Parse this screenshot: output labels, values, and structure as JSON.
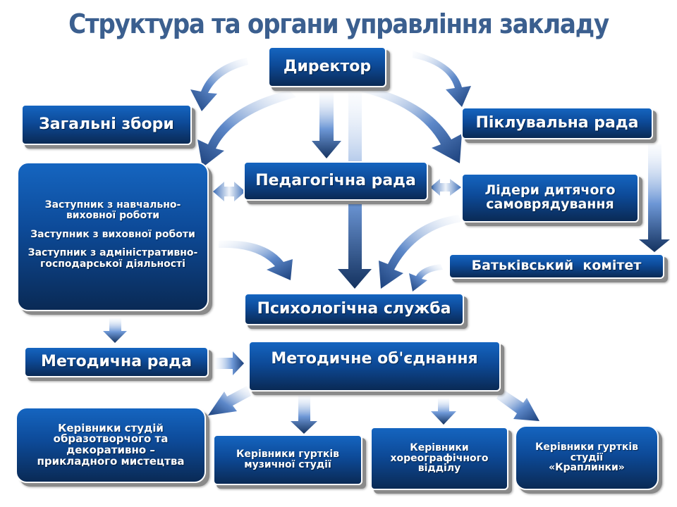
{
  "title": "Структура та органи управління закладу",
  "colors": {
    "title": "#3b5f8f",
    "box_top": "#1565c0",
    "box_bottom": "#0a2a55",
    "arrow_dark": "#1a3f7a",
    "arrow_light": "#dbe6f5"
  },
  "nodes": {
    "director": "Директор",
    "general_meeting": "Загальні збори",
    "board_of_trustees": "Піклувальна рада",
    "pedagogical_council": "Педагогічна рада",
    "student_leaders": [
      "Лідери дитячого",
      "самоврядування"
    ],
    "deputies": [
      "Заступник з навчально-виховної роботи",
      "Заступник з виховної роботи",
      "Заступник з адміністративно-господарської діяльності"
    ],
    "parents_committee": "Батьківський  комітет",
    "psychological_service": "Психологічна служба",
    "methodical_council": "Методична рада",
    "methodical_association": "Методичне об'єднання",
    "leaders": [
      [
        "Керівники студій",
        "образотворчого та",
        "декоративно –",
        "прикладного мистецтва"
      ],
      [
        "Керівники гуртків",
        "музичної студії"
      ],
      [
        "Керівники",
        "хореографічного",
        "відділу"
      ],
      [
        "Керівники гуртків",
        "студії",
        "«Краплинки»"
      ]
    ]
  },
  "icons": {
    "connectors": "gradient-arrow-icon",
    "bidirectional": "double-arrow-icon"
  }
}
